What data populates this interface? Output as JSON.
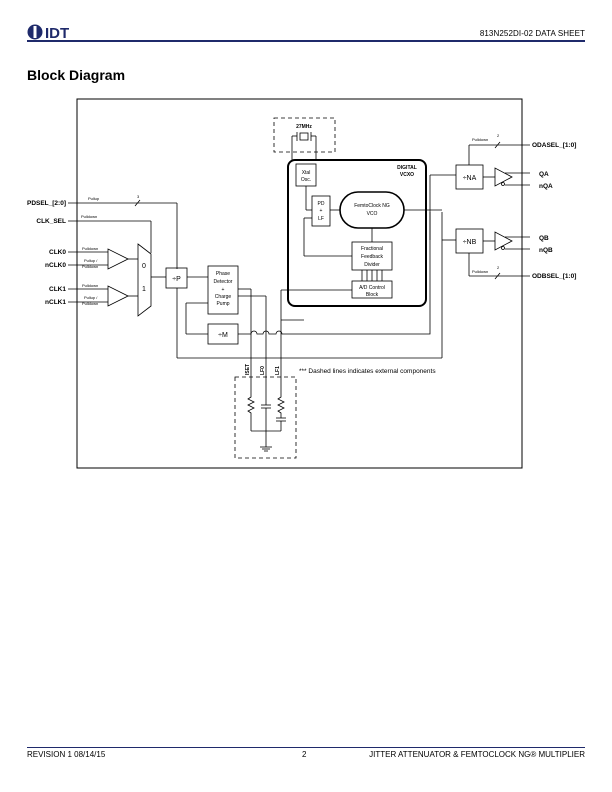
{
  "header": {
    "logo_text": "IDT",
    "doc_id": "813N252DI-02   DATA SHEET"
  },
  "section_title": "Block Diagram",
  "diagram": {
    "inputs": {
      "pdsel": "PDSEL_[2:0]",
      "clk_sel": "CLK_SEL",
      "clk0": "CLK0",
      "nclk0": "nCLK0",
      "clk1": "CLK1",
      "nclk1": "nCLK1"
    },
    "pull_labels": {
      "pullup": "Pullup",
      "pulldown": "Pulldown",
      "pullup_slash": "Pullup /",
      "bus3": "3",
      "bus2": "2"
    },
    "mux": {
      "zero": "0",
      "one": "1"
    },
    "blocks": {
      "div_p": "÷P",
      "phase_detector": [
        "Phase",
        "Detector",
        "+",
        "Charge",
        "Pump"
      ],
      "div_m": "÷M",
      "crystal": "27MHz",
      "xtal_osc": [
        "Xtal",
        "Osc."
      ],
      "digital_vcxo": [
        "DIGITAL",
        "VCXO"
      ],
      "pd_lf": [
        "PD",
        "+",
        "LF"
      ],
      "femtoclock_vco": [
        "FemtoClock NG",
        "VCO"
      ],
      "fractional_divider": [
        "Fractional",
        "Feedback",
        "Divider"
      ],
      "ad_control": [
        "A/D Control",
        "Block"
      ],
      "div_na": "÷NA",
      "div_nb": "÷NB"
    },
    "outputs": {
      "odasel": "ODASEL_[1:0]",
      "qa": "QA",
      "nqa": "nQA",
      "qb": "QB",
      "nqb": "nQB",
      "odbsel": "ODBSEL_[1:0]"
    },
    "filter_pins": {
      "iset": "ISET",
      "lf0": "LF0",
      "lf1": "LF1"
    },
    "note": "*** Dashed lines indicates external components"
  },
  "footer": {
    "left": "REVISION 1   08/14/15",
    "page": "2",
    "right": "JITTER ATTENUATOR & FEMTOCLOCK NG® MULTIPLIER"
  },
  "colors": {
    "brand": "#1f2a6b"
  }
}
